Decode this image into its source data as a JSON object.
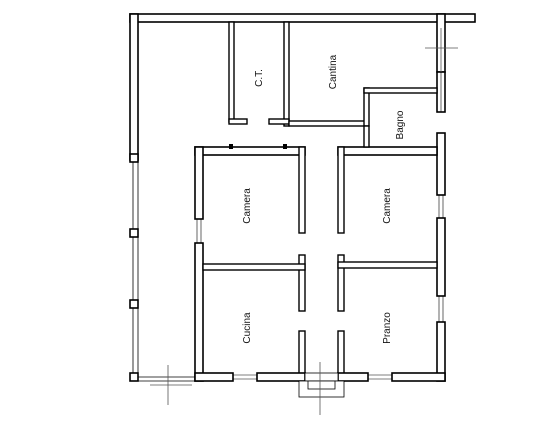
{
  "rooms": {
    "ct": "C.T.",
    "cantina": "Cantina",
    "bagno": "Bagno",
    "camera_left": "Camera",
    "camera_right": "Camera",
    "cucina": "Cucina",
    "pranzo": "Pranzo"
  },
  "colors": {
    "wall_fill": "#ffffff",
    "wall_stroke": "#000000",
    "thin_line": "#555555"
  }
}
